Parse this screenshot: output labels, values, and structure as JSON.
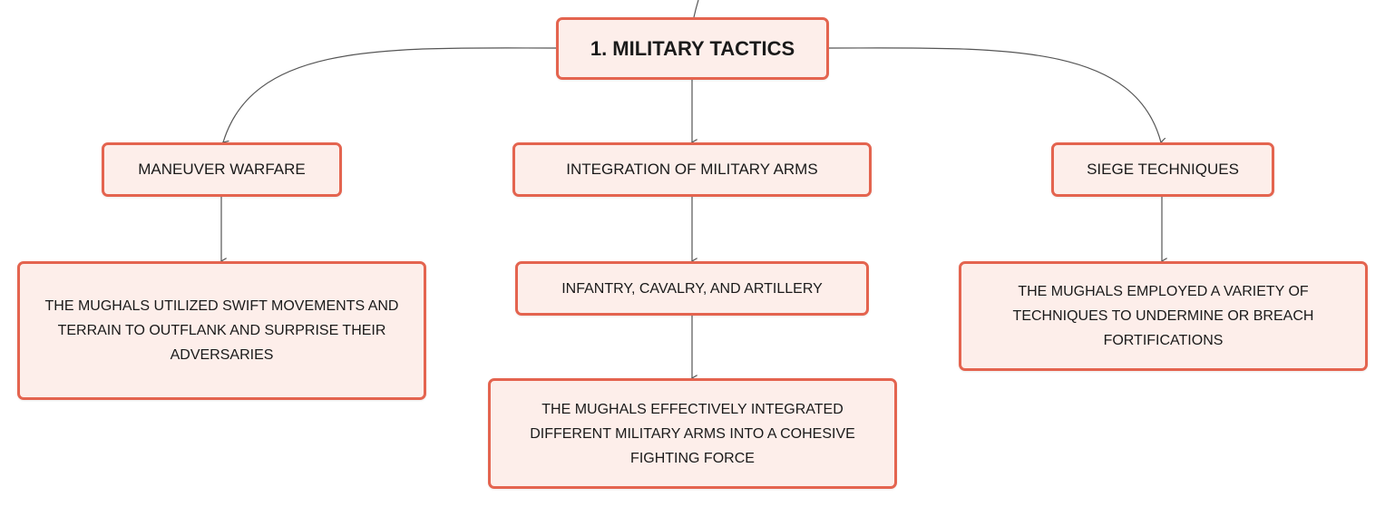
{
  "root": {
    "label": "1. MILITARY TACTICS"
  },
  "branches": [
    {
      "label": "MANEUVER WARFARE",
      "details": [
        "THE MUGHALS UTILIZED SWIFT MOVEMENTS AND TERRAIN TO OUTFLANK AND SURPRISE THEIR ADVERSARIES"
      ]
    },
    {
      "label": "INTEGRATION OF MILITARY ARMS",
      "details": [
        "INFANTRY, CAVALRY, AND ARTILLERY",
        "THE MUGHALS EFFECTIVELY INTEGRATED DIFFERENT MILITARY ARMS INTO A COHESIVE FIGHTING FORCE"
      ]
    },
    {
      "label": "SIEGE TECHNIQUES",
      "details": [
        "THE MUGHALS EMPLOYED A VARIETY OF TECHNIQUES TO UNDERMINE OR BREACH FORTIFICATIONS"
      ]
    }
  ],
  "colors": {
    "node_border": "#e4644f",
    "node_fill": "#fdeeea",
    "connector": "#555555"
  }
}
